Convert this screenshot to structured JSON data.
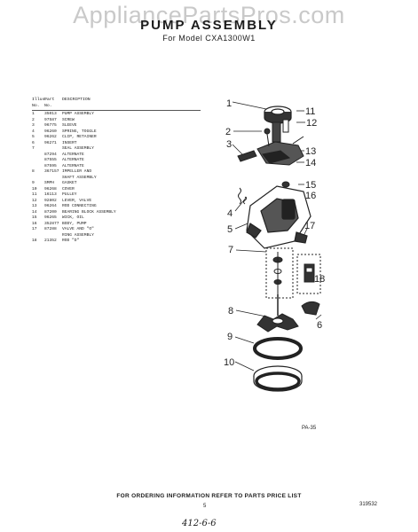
{
  "watermark": "AppliancePartsPros.com",
  "title": "PUMP ASSEMBLY",
  "subtitle": "For Model CXA1300W1",
  "table": {
    "headers": {
      "no": "Illus. No.",
      "part": "Part No.",
      "desc": "DESCRIPTION"
    },
    "rows": [
      {
        "no": "1",
        "part": "35013",
        "desc": "PUMP ASSEMBLY"
      },
      {
        "no": "2",
        "part": "97587",
        "desc": "SCREW"
      },
      {
        "no": "3",
        "part": "96775",
        "desc": "SLEEVE"
      },
      {
        "no": "4",
        "part": "96260",
        "desc": "SPRING, TOGGLE"
      },
      {
        "no": "5",
        "part": "96262",
        "desc": "CLIP, RETAINER"
      },
      {
        "no": "6",
        "part": "96271",
        "desc": "INSERT"
      },
      {
        "no": "7",
        "part": "",
        "desc": "SEAL ASSEMBLY"
      },
      {
        "no": "",
        "part": "87294",
        "desc": "ALTERNATE"
      },
      {
        "no": "",
        "part": "87555",
        "desc": "ALTERNATE"
      },
      {
        "no": "",
        "part": "87595",
        "desc": "ALTERNATE"
      },
      {
        "no": "8",
        "part": "367157",
        "desc": "IMPELLER AND"
      },
      {
        "no": "",
        "part": "",
        "desc": "SHAFT ASSEMBLY"
      },
      {
        "no": "9",
        "part": "SMPH",
        "desc": "GASKET"
      },
      {
        "no": "10",
        "part": "96268",
        "desc": "COVER"
      },
      {
        "no": "11",
        "part": "16113",
        "desc": "PULLEY"
      },
      {
        "no": "12",
        "part": "92802",
        "desc": "LEVER, VALVE"
      },
      {
        "no": "13",
        "part": "96264",
        "desc": "ROD CONNECTING"
      },
      {
        "no": "14",
        "part": "87200",
        "desc": "BEARING BLOCK ASSEMBLY"
      },
      {
        "no": "15",
        "part": "96265",
        "desc": "WICK, OIL"
      },
      {
        "no": "16",
        "part": "352877",
        "desc": "BODY, PUMP"
      },
      {
        "no": "17",
        "part": "87288",
        "desc": "VALVE AND \"O\""
      },
      {
        "no": "",
        "part": "",
        "desc": "RING ASSEMBLY"
      },
      {
        "no": "18",
        "part": "21352",
        "desc": "ROD \"D\""
      }
    ]
  },
  "callouts": {
    "c1": "1",
    "c2": "2",
    "c3": "3",
    "c4": "4",
    "c5": "5",
    "c6": "6",
    "c7": "7",
    "c8": "8",
    "c9": "9",
    "c10": "10",
    "c11": "11",
    "c12": "12",
    "c13": "13",
    "c14": "14",
    "c15": "15",
    "c16": "16",
    "c17": "17",
    "c18": "18"
  },
  "figure_code": "PA-35",
  "footer": "FOR ORDERING INFORMATION REFER TO PARTS PRICE LIST",
  "page_mark": "5",
  "doc_code": "319532",
  "handwriting": "412-6-6"
}
